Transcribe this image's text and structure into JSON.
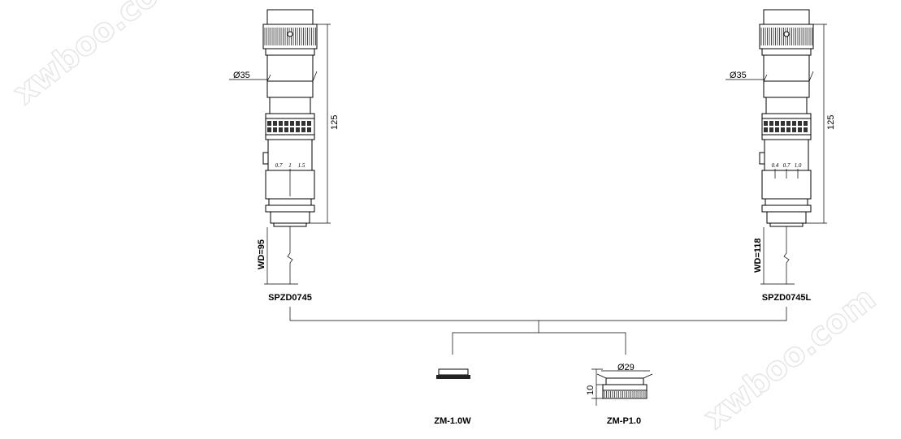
{
  "watermarks": [
    "xwboo.com",
    "xwboo.com"
  ],
  "lenses": [
    {
      "model": "SPZD0745",
      "diameter": "Ø35",
      "length": "125",
      "wd": "WD=95",
      "scale": [
        "0.7",
        "1",
        "1.5"
      ]
    },
    {
      "model": "SPZD0745L",
      "diameter": "Ø35",
      "length": "125",
      "wd": "WD=118",
      "scale": [
        "0.4",
        "0.7",
        "1.0"
      ]
    }
  ],
  "accessories": [
    {
      "model": "ZM-1.0W"
    },
    {
      "model": "ZM-P1.0",
      "diameter": "Ø29",
      "height": "10"
    }
  ],
  "colors": {
    "line": "#000000",
    "watermark": "#e6e6e6"
  }
}
